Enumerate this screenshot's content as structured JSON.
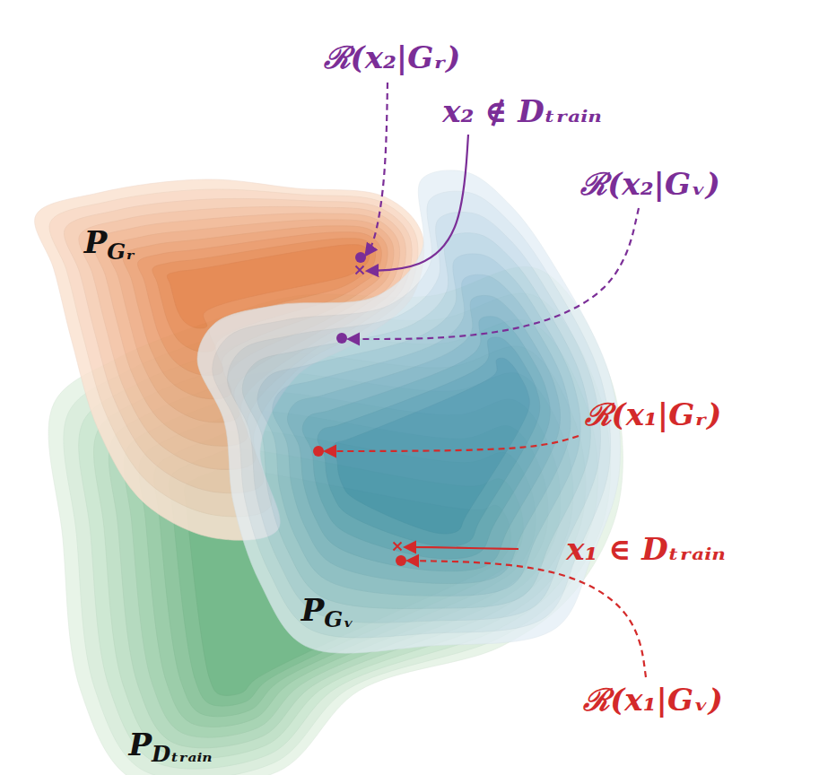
{
  "diagram": {
    "labels": [
      "ℛ(x₂|Gᵣ)",
      "x₂ ∉ Dₜᵣₐᵢₙ",
      "ℛ(x₂|Gᵥ)",
      "PGᵣ",
      "ℛ(x₁|Gᵣ)",
      "x₁ ∈ Dₜᵣₐᵢₙ",
      "PGᵥ",
      "ℛ(x₁|Gᵥ)",
      "PDₜᵣₐᵢₙ"
    ]
  }
}
